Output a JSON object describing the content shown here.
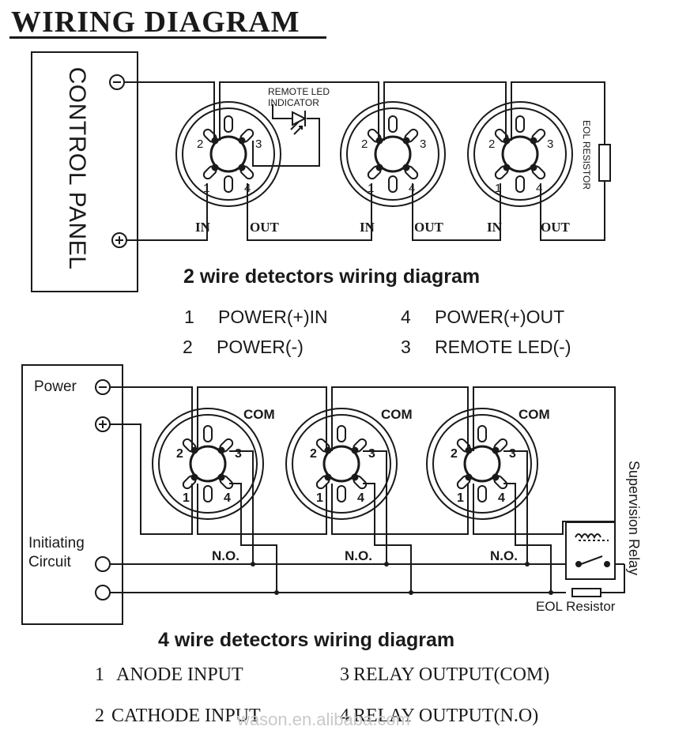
{
  "title": "WIRING DIAGRAM",
  "two_wire": {
    "control_panel_label": "CONTROL PANEL",
    "remote_led_label": [
      "REMOTE LED",
      "INDICATOR"
    ],
    "eol_resistor_label": "EOL RESISTOR",
    "in_label": "IN",
    "out_label": "OUT",
    "terminal_numbers": [
      "1",
      "2",
      "3",
      "4"
    ],
    "heading": "2 wire detectors wiring diagram",
    "legend": [
      {
        "num": "1",
        "text": "POWER(+)IN"
      },
      {
        "num": "4",
        "text": "POWER(+)OUT"
      },
      {
        "num": "2",
        "text": "POWER(-)"
      },
      {
        "num": "3",
        "text": "REMOTE LED(-)"
      }
    ]
  },
  "four_wire": {
    "power_label": "Power",
    "initiating_label": [
      "Initiating",
      "Circuit"
    ],
    "com_label": "COM",
    "no_label": "N.O.",
    "supervision_relay_label": "Supervision Relay",
    "eol_resistor_label": "EOL Resistor",
    "heading": "4 wire detectors wiring diagram",
    "legend": [
      {
        "num": "1",
        "text": "ANODE INPUT"
      },
      {
        "num": "3",
        "text": "RELAY   OUTPUT(COM)"
      },
      {
        "num": "2",
        "text": "CATHODE INPUT"
      },
      {
        "num": "4",
        "text": "RELAY   OUTPUT(N.O)"
      }
    ]
  },
  "symbols": {
    "minus": "⊖",
    "plus": "⊕"
  },
  "watermark": "wason.en.alibaba.com"
}
